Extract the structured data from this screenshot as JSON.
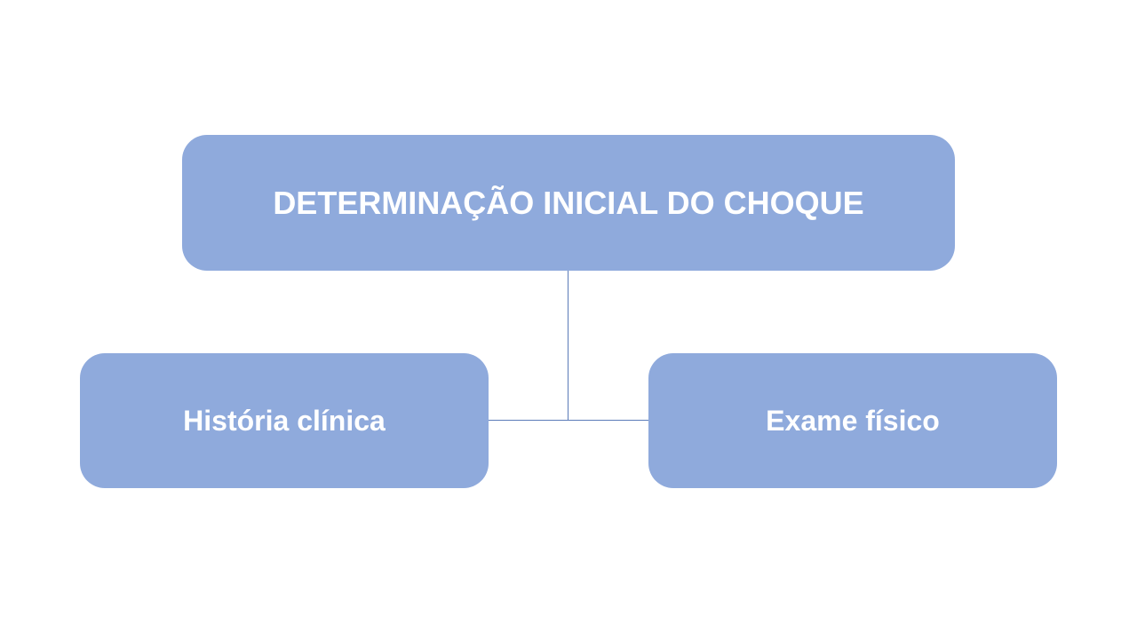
{
  "diagram": {
    "type": "hierarchy",
    "root": {
      "label": "DETERMINAÇÃO INICIAL DO CHOQUE"
    },
    "children": [
      {
        "label": "História clínica"
      },
      {
        "label": "Exame físico"
      }
    ],
    "connections": [
      {
        "from": "DETERMINAÇÃO INICIAL DO CHOQUE",
        "to": "História clínica"
      },
      {
        "from": "DETERMINAÇÃO INICIAL DO CHOQUE",
        "to": "Exame físico"
      }
    ]
  },
  "colors": {
    "node_fill": "#8FAADC",
    "node_text": "#FFFFFF",
    "connector": "#5B7BB8",
    "background": "#FFFFFF"
  }
}
